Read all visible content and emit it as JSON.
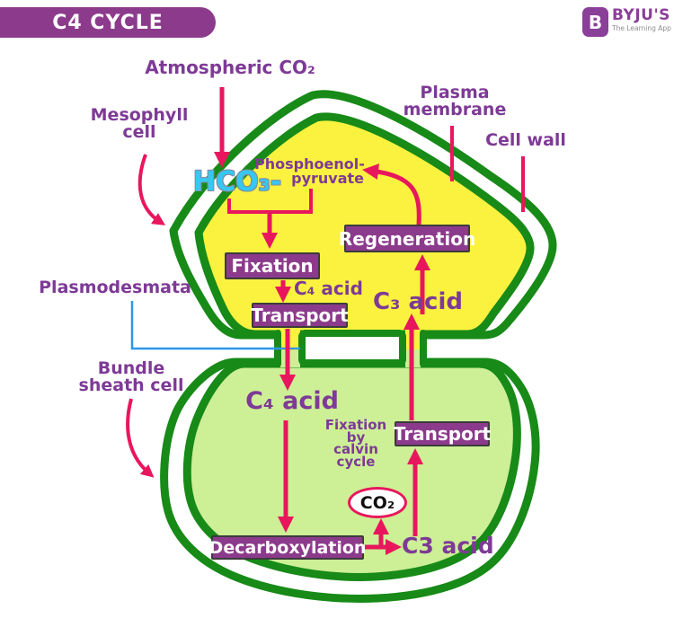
{
  "header": {
    "title": "C4 CYCLE"
  },
  "logo": {
    "icon_letter": "B",
    "brand": "BYJU'S",
    "tagline": "The Learning App"
  },
  "labels": {
    "atmospheric_co2": "Atmospheric CO₂",
    "mesophyll_cell": "Mesophyll\ncell",
    "plasma_membrane": "Plasma\nmembrane",
    "cell_wall": "Cell wall",
    "plasmodesmata": "Plasmodesmata",
    "bundle_sheath_cell": "Bundle\nsheath cell",
    "hco3": "HCO₃-",
    "phosphoenolpyruvate": "Phosphoenol-\npyruvate",
    "c4_acid_mesophyll": "C₄ acid",
    "c3_acid_mesophyll": "C₃ acid",
    "c4_acid_bundle": "C₄ acid",
    "fixation_by_calvin": "Fixation\nby\ncalvin\ncycle",
    "co2_bundle": "CO₂",
    "c3_acid_bundle": "C3 acid"
  },
  "process_boxes": {
    "fixation": "Fixation",
    "transport_mesophyll": "Transport",
    "regeneration": "Regeneration",
    "transport_bundle": "Transport",
    "decarboxylation": "Decarboxylation"
  },
  "colors": {
    "purple_box": "#8c3b8c",
    "purple_text": "#7e3a96",
    "pink": "#e8175d",
    "green": "#178a17",
    "yellow": "#faf23f",
    "cellgreen": "#cdef96",
    "cyan": "#35c8f2",
    "blue": "#2e97e8",
    "logo_purple": "#8a3f98"
  }
}
